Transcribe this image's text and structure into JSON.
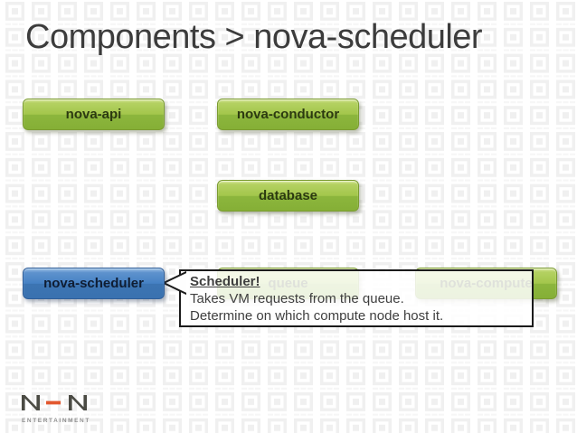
{
  "slide": {
    "title": "Components > nova-scheduler"
  },
  "diagram": {
    "boxes": {
      "nova_api": {
        "label": "nova-api"
      },
      "nova_conductor": {
        "label": "nova-conductor"
      },
      "database": {
        "label": "database"
      },
      "nova_scheduler": {
        "label": "nova-scheduler"
      },
      "queue": {
        "label": "queue"
      },
      "nova_compute": {
        "label": "nova-compute"
      }
    },
    "callout": {
      "heading": "Scheduler!",
      "line1": "Takes VM requests from the queue.",
      "line2": "Determine on which compute node host it."
    }
  },
  "footer": {
    "brand": "NHN",
    "brand_sub": "ENTERTAINMENT"
  },
  "colors": {
    "title_text": "#3c3c3c",
    "green_box_top": "#b4d162",
    "green_box_bottom": "#85af36",
    "green_box_border": "#7b9c31",
    "blue_box_top": "#5e92cd",
    "blue_box_bottom": "#3a72b0",
    "blue_box_border": "#2f5e99",
    "callout_border": "#1b1b1b",
    "callout_text": "#3f3f3f",
    "logo_dash_red": "#e2572e",
    "background_pattern_gray": "#f0f0f0"
  }
}
